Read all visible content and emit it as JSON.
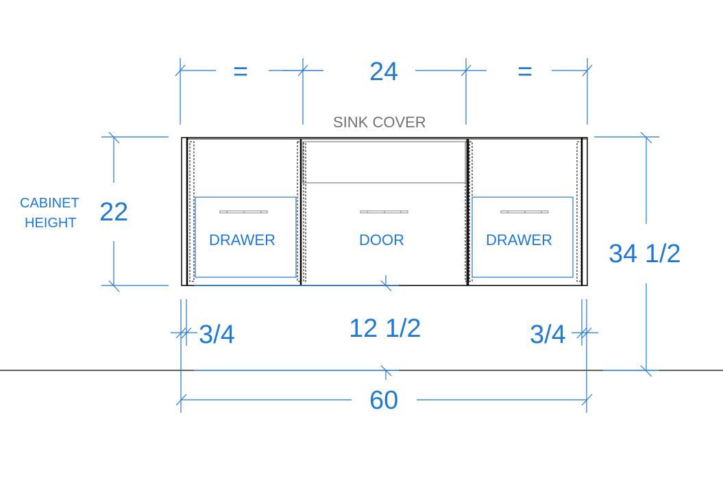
{
  "drawing": {
    "title": "SINK COVER",
    "colors": {
      "dimension": "#1f78d1",
      "object": "#000000",
      "secondary": "#808080"
    },
    "dimensions": {
      "top_left_equal": "=",
      "top_center": "24",
      "top_right_equal": "=",
      "cabinet_height_label_line1": "CABINET",
      "cabinet_height_label_line2": "HEIGHT",
      "cabinet_height": "22",
      "total_height": "34 1/2",
      "left_side_panel": "3/4",
      "center_offset": "12 1/2",
      "right_side_panel": "3/4",
      "overall_width": "60"
    },
    "panels": [
      {
        "label": "DRAWER"
      },
      {
        "label": "DOOR"
      },
      {
        "label": "DRAWER"
      }
    ]
  }
}
